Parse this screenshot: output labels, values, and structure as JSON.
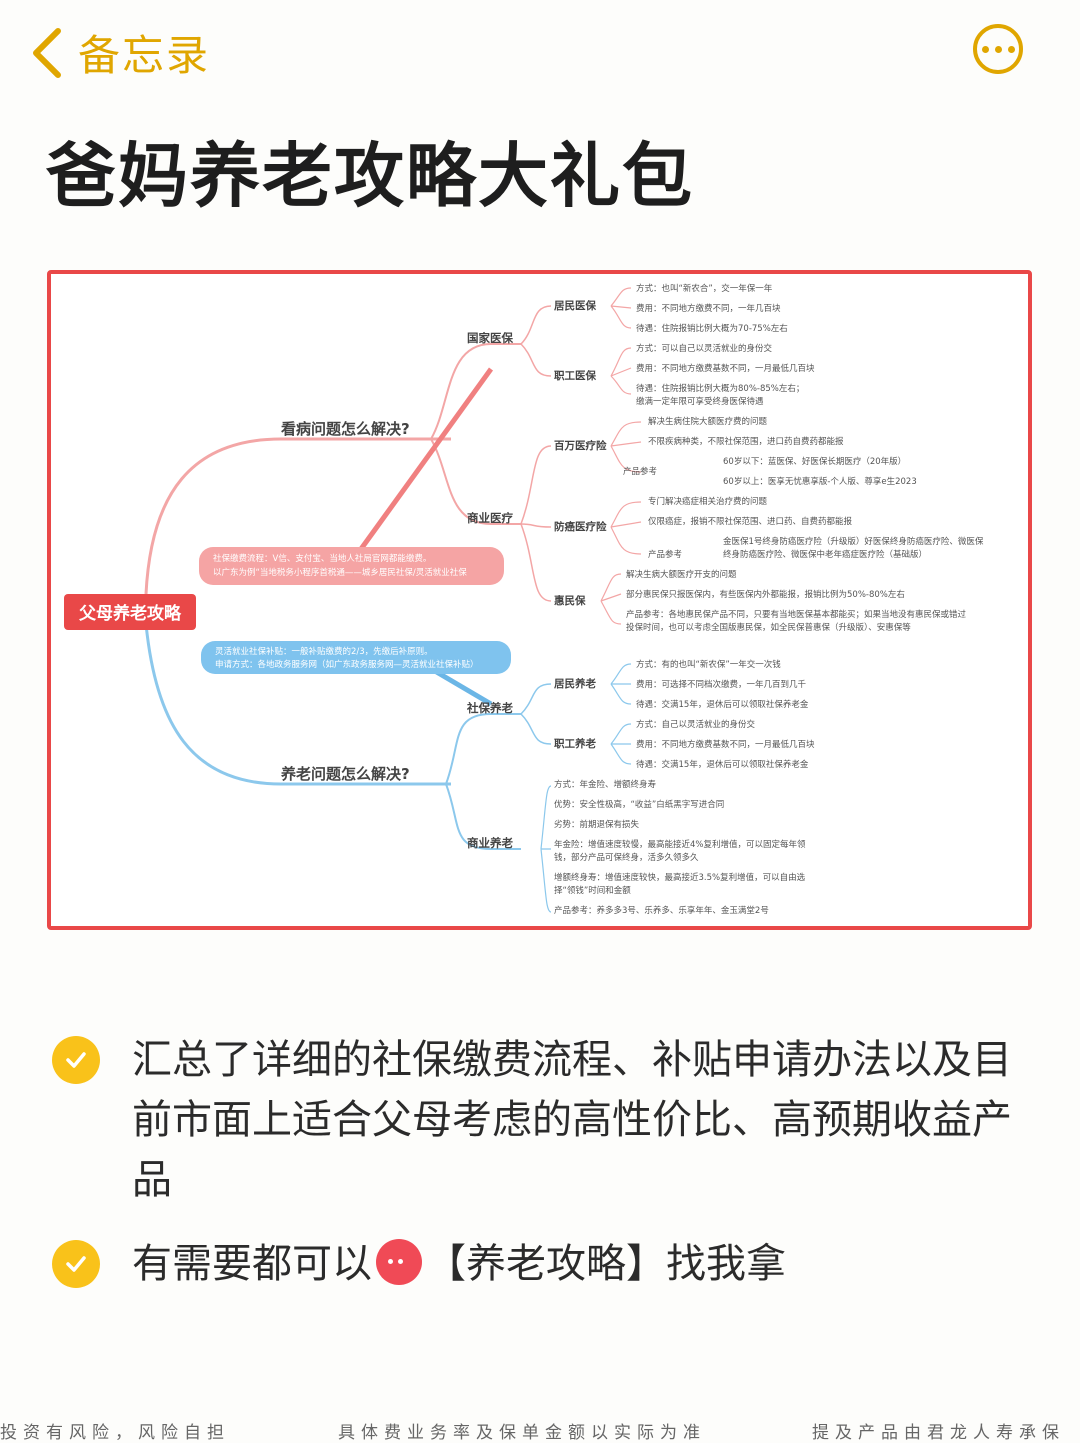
{
  "header": {
    "back_label": "备忘录",
    "title": "爸妈养老攻略大礼包",
    "colors": {
      "accent": "#e0a600",
      "frame": "#e94848"
    }
  },
  "mindmap": {
    "root": "父母养老攻略",
    "branch_medical": "看病问题怎么解决?",
    "branch_pension": "养老问题怎么解决?",
    "note_red_1": "社保缴费流程：V信、支付宝、当地人社局官网都能缴费。",
    "note_red_2": "以广东为例“当地税务小程序首税通——城乡居民社保/灵活就业社保",
    "note_blue_1": "灵活就业社保补贴：一般补贴缴费的2/3，先缴后补原则。",
    "note_blue_2": "申请方式：各地政务服务网（如广东政务服务网—灵活就业社保补贴）",
    "national_medical": "国家医保",
    "resident_medical": "居民医保",
    "rm_1": "方式：也叫“新农合”，交一年保一年",
    "rm_2": "费用：不同地方缴费不同，一年几百块",
    "rm_3": "待遇：住院报销比例大概为70-75%左右",
    "employee_medical": "职工医保",
    "em_1": "方式：可以自己以灵活就业的身份交",
    "em_2": "费用：不同地方缴费基数不同，一月最低几百块",
    "em_3": "待遇：住院报销比例大概为80%-85%左右；",
    "em_4": "缴满一定年限可享受终身医保待遇",
    "commercial_medical": "商业医疗",
    "million_medical": "百万医疗险",
    "mm_1": "解决生病住院大额医疗费的问题",
    "mm_2": "不限疾病种类，不限社保范围，进口药自费药都能报",
    "mm_ref": "产品参考",
    "mm_ref_1": "60岁以下：蓝医保、好医保长期医疗（20年版）",
    "mm_ref_2": "60岁以上：医享无忧惠享版-个人版、尊享e生2023",
    "cancer_medical": "防癌医疗险",
    "cm_1": "专门解决癌症相关治疗费的问题",
    "cm_2": "仅限癌症，报销不限社保范围、进口药、自费药都能报",
    "cm_ref": "产品参考",
    "cm_ref_1": "金医保1号终身防癌医疗险（升级版）好医保终身防癌医疗险、微医保",
    "cm_ref_2": "终身防癌医疗险、微医保中老年癌症医疗险（基础版）",
    "huimin": "惠民保",
    "hm_1": "解决生病大额医疗开支的问题",
    "hm_2": "部分惠民保只报医保内，有些医保内外都能报，报销比例为50%-80%左右",
    "hm_3": "产品参考：各地惠民保产品不同，只要有当地医保基本都能买；如果当地没有惠民保或错过",
    "hm_4": "投保时间，也可以考虑全国版惠民保，如全民保普惠保（升级版）、安惠保等",
    "social_pension": "社保养老",
    "resident_pension": "居民养老",
    "rp_1": "方式：有的也叫“新农保”一年交一次钱",
    "rp_2": "费用：可选择不同档次缴费，一年几百到几千",
    "rp_3": "待遇：交满15年，退休后可以领取社保养老金",
    "employee_pension": "职工养老",
    "ep_1": "方式：自己以灵活就业的身份交",
    "ep_2": "费用：不同地方缴费基数不同，一月最低几百块",
    "ep_3": "待遇：交满15年，退休后可以领取社保养老金",
    "commercial_pension": "商业养老",
    "cp_1": "方式：年金险、增额终身寿",
    "cp_2": "优势：安全性极高，“收益”白纸黑字写进合同",
    "cp_3": "劣势：前期退保有损失",
    "cp_4": "年金险：增值速度较慢，最高能接近4%复利增值，可以固定每年领",
    "cp_5": "钱，部分产品可保终身，活多久领多久",
    "cp_6": "增额终身寿：增值速度较快，最高接近3.5%复利增值，可以自由选",
    "cp_7": "择“领钱”时间和金额",
    "cp_8": "产品参考：养多多3号、乐养多、乐享年年、金玉满堂2号"
  },
  "bullets": {
    "item1": "汇总了详细的社保缴费流程、补贴申请办法以及目前市面上适合父母考虑的高性价比、高预期收益产品",
    "item2_prefix": "有需要都可以",
    "item2_suffix": "【养老攻略】找我拿"
  },
  "footer": {
    "left": "投资有风险，风险自担",
    "middle": "具体费业务率及保单金额以实际为准",
    "right": "提及产品由君龙人寿承保"
  }
}
